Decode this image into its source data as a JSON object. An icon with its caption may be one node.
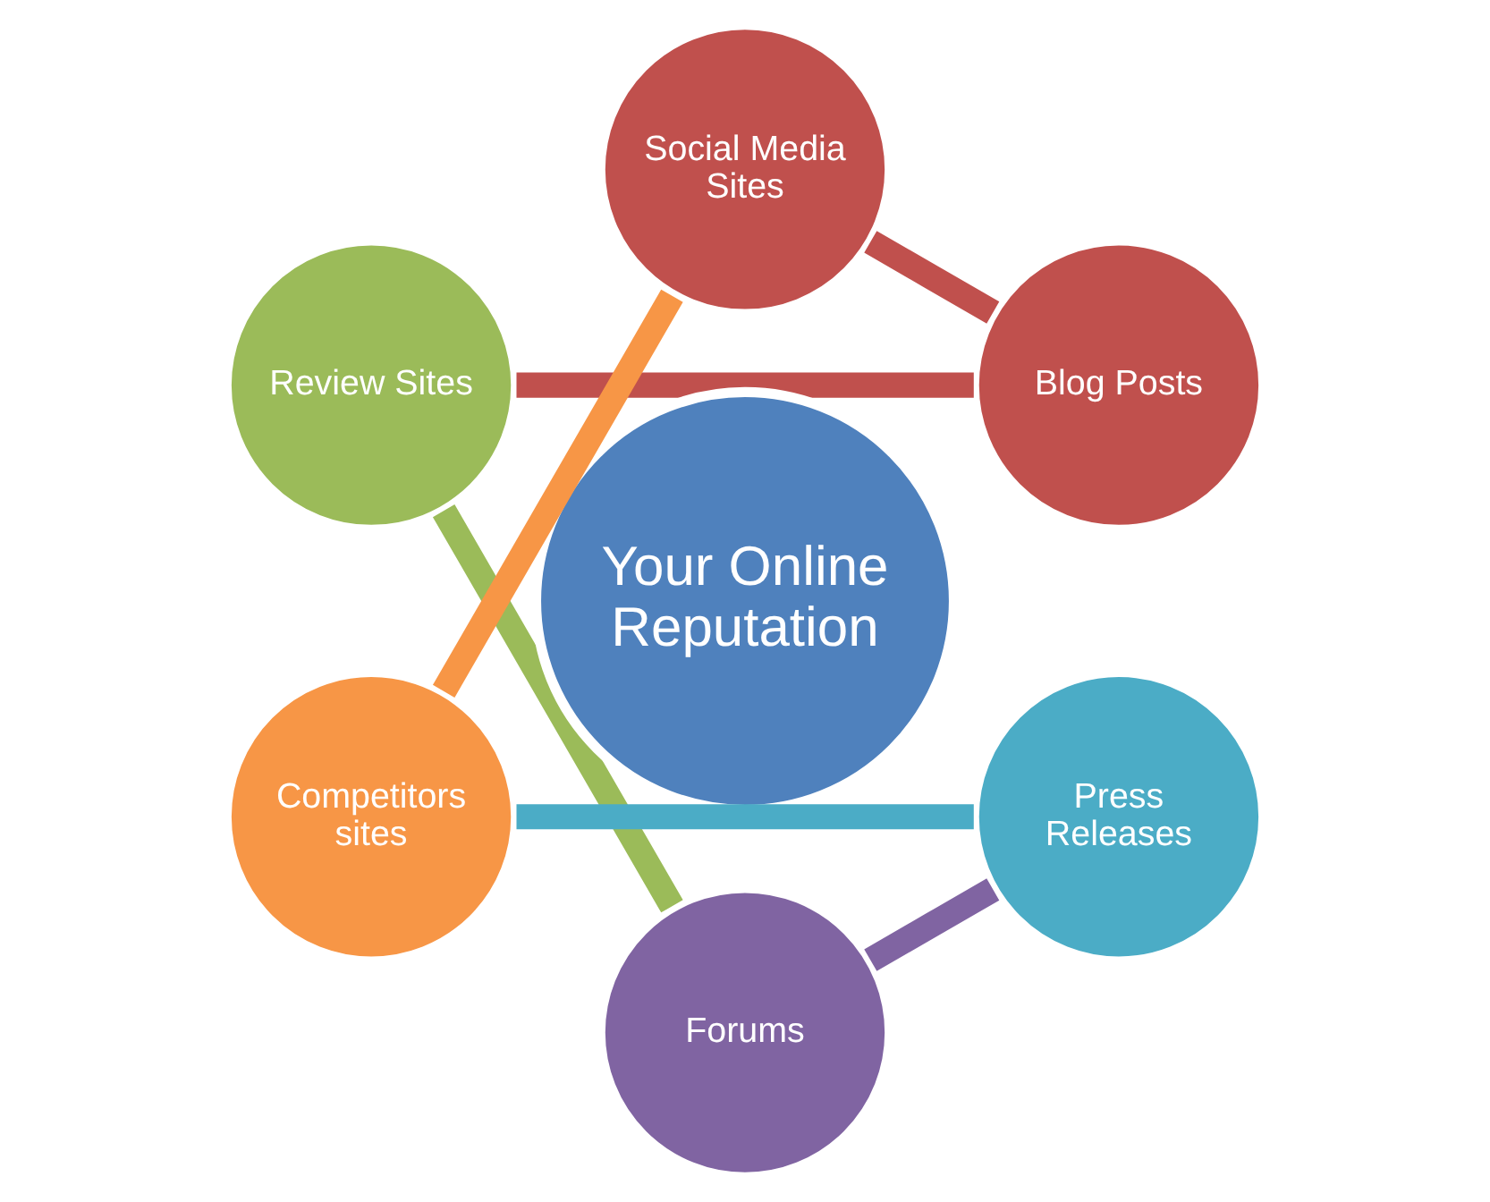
{
  "diagram": {
    "nodes": [
      {
        "text": [
          "Blog Posts"
        ]
      },
      {
        "text": [
          "Social Media Sites"
        ]
      },
      {
        "text": [
          "Review Sites"
        ]
      },
      {
        "text": [
          "Your Online Reputation"
        ]
      },
      {
        "text": [
          "Competitors sites"
        ]
      },
      {
        "text": [
          "Forums"
        ]
      },
      {
        "text": [
          "Press Releases"
        ]
      }
    ],
    "edges": [
      {
        "from": 0,
        "to": 2,
        "arrow": "none",
        "color": "#c0504d"
      },
      {
        "from": 2,
        "to": 5,
        "arrow": "none",
        "color": "#9bbb59"
      },
      {
        "from": 5,
        "to": 6,
        "arrow": "none",
        "color": "#8064a2"
      },
      {
        "from": 6,
        "to": 4,
        "arrow": "none",
        "color": "#4bacc6"
      },
      {
        "from": 4,
        "to": 1,
        "arrow": "none",
        "color": "#f79646"
      },
      {
        "from": 1,
        "to": 0,
        "arrow": "none",
        "color": "#c0504d"
      }
    ]
  }
}
